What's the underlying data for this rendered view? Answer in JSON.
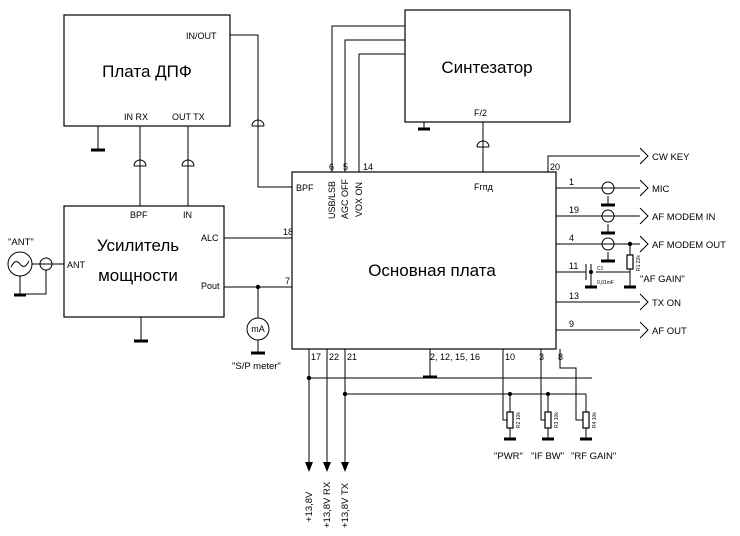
{
  "blocks": {
    "dpf": {
      "title": "Плата ДПФ",
      "in_out": "IN/OUT",
      "in_rx": "IN RX",
      "out_tx": "OUT TX"
    },
    "synth": {
      "title": "Синтезатор",
      "f2": "F/2"
    },
    "pa": {
      "title_line1": "Усилитель",
      "title_line2": "мощности",
      "bpf": "BPF",
      "in": "IN",
      "alc": "ALC",
      "ant": "ANT",
      "pout": "Pout"
    },
    "main": {
      "title": "Основная плата",
      "bpf": "BPF",
      "frng": "Fгпд",
      "usb_lsb": "USB/LSB",
      "agc_off": "AGC OFF",
      "vox_on": "VOX ON",
      "gnd_pins": "2, 12, 15, 16"
    }
  },
  "pins": {
    "p6": "6",
    "p5": "5",
    "p14": "14",
    "p20": "20",
    "p1": "1",
    "p19": "19",
    "p4": "4",
    "p11": "11",
    "p13": "13",
    "p9": "9",
    "p18": "18",
    "p7": "7",
    "p17": "17",
    "p22": "22",
    "p21": "21",
    "p10": "10",
    "p3": "3",
    "p8": "8"
  },
  "connectors": {
    "cw_key": "CW KEY",
    "mic": "MIC",
    "af_modem_in": "AF MODEM IN",
    "af_modem_out": "AF MODEM OUT",
    "af_gain": "\"AF GAIN\"",
    "tx_on": "TX ON",
    "af_out": "AF OUT"
  },
  "components": {
    "c1": "C1",
    "c1_value": "0,01mF",
    "r1": "R1 22k",
    "r2": "R2 10k",
    "r3": "R3 10k",
    "r4": "R4 10k",
    "meter": "mA",
    "meter_label": "\"S/P meter\"",
    "antenna": "\"ANT\"",
    "pwr": "\"PWR\"",
    "if_bw": "\"IF BW\"",
    "rf_gain": "\"RF GAIN\""
  },
  "supplies": {
    "v13_8": "+13,8V",
    "v13_8_rx": "+13,8V RX",
    "v13_8_tx": "+13,8V TX"
  }
}
